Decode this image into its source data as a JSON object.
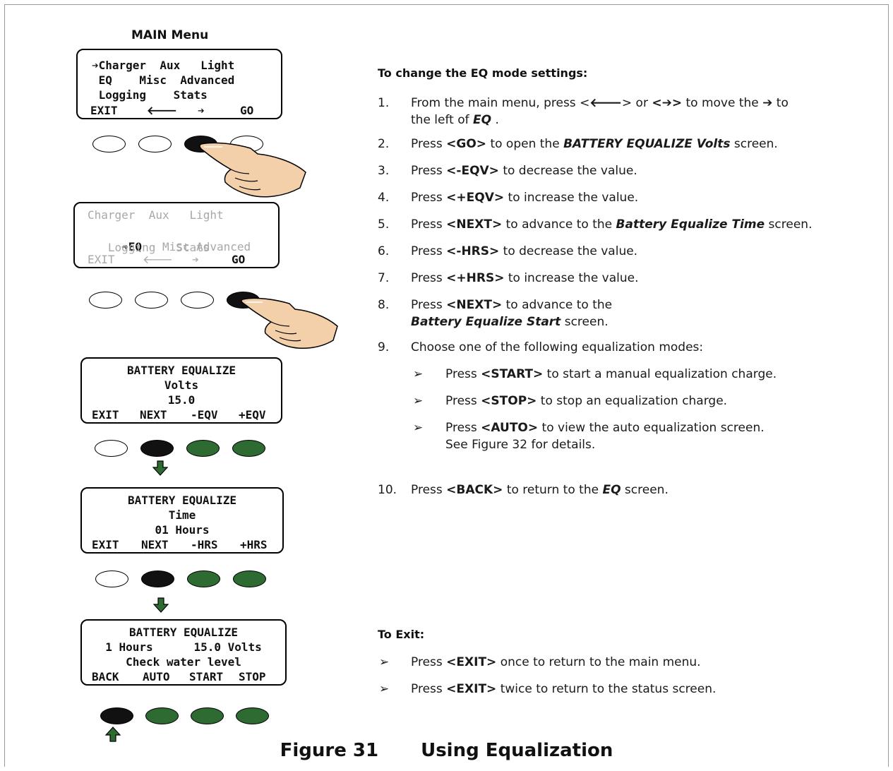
{
  "figure": {
    "number": "Figure 31",
    "title": "Using Equalization"
  },
  "left": {
    "main_menu_title": "MAIN Menu",
    "screen1": {
      "line1": "➔Charger  Aux   Light",
      "line2": " EQ    Misc  Advanced",
      "line3": " Logging    Stats",
      "softkeys": [
        "EXIT",
        "🡐",
        "➔",
        "GO"
      ]
    },
    "screen2": {
      "line1": "Charger  Aux   Light",
      "line2_arrow": " ➔EQ",
      "line2_rest": "   Misc Advanced",
      "line3": "   Logging   Stats",
      "softkeys": [
        "EXIT",
        "🡐",
        "➔",
        "GO"
      ]
    },
    "screen3": {
      "line1": "BATTERY EQUALIZE",
      "line2": "Volts",
      "line3": "15.0",
      "softkeys": [
        "EXIT",
        "NEXT",
        "-EQV",
        "+EQV"
      ]
    },
    "screen4": {
      "line1": "BATTERY EQUALIZE",
      "line2": "Time",
      "line3": "01 Hours",
      "softkeys": [
        "EXIT",
        "NEXT",
        "-HRS",
        "+HRS"
      ]
    },
    "screen5": {
      "line1": "BATTERY EQUALIZE",
      "line2": "1 Hours      15.0 Volts",
      "line3": "Check water level",
      "softkeys": [
        "BACK",
        "AUTO",
        "START",
        "STOP"
      ]
    }
  },
  "right": {
    "heading": "To change the EQ mode settings:",
    "steps": [
      {
        "n": "1.",
        "pre": "From the main menu, press <",
        "k1": "🡐",
        "mid": "> or ",
        "k2": "<➔>",
        "post": " to move the ",
        "arrow": "➔",
        "post2": " to",
        "line2_pre": "the left of ",
        "line2_bold": "EQ",
        "line2_post": " ."
      },
      {
        "n": "2.",
        "pre": "Press ",
        "key": "<GO>",
        "mid": " to open the ",
        "bi": "BATTERY EQUALIZE Volts",
        "post": " screen."
      },
      {
        "n": "3.",
        "pre": "Press ",
        "key": "<-EQV>",
        "post": " to decrease the value."
      },
      {
        "n": "4.",
        "pre": "Press ",
        "key": "<+EQV>",
        "post": " to increase the value."
      },
      {
        "n": "5.",
        "pre": "Press ",
        "key": "<NEXT>",
        "mid": " to advance to the ",
        "bi": "Battery Equalize Time",
        "post": " screen."
      },
      {
        "n": "6.",
        "pre": "Press ",
        "key": "<-HRS>",
        "post": " to decrease the value."
      },
      {
        "n": "7.",
        "pre": "Press ",
        "key": "<+HRS>",
        "post": " to increase the value."
      },
      {
        "n": "8.",
        "pre": "Press ",
        "key": "<NEXT>",
        "post": " to advance to the",
        "line2_bi": "Battery Equalize Start",
        "line2_post": " screen."
      },
      {
        "n": "9.",
        "text": "Choose one of the following equalization modes:"
      },
      {
        "n": "10.",
        "pre": "Press ",
        "key": "<BACK>",
        "mid": " to return to the ",
        "bi": "EQ",
        "post": " screen."
      }
    ],
    "modes": [
      {
        "pre": "Press ",
        "key": "<START>",
        "post": " to start a manual equalization charge."
      },
      {
        "pre": "Press ",
        "key": "<STOP>",
        "post": " to stop an equalization charge."
      },
      {
        "pre": "Press ",
        "key": "<AUTO>",
        "post": " to view the auto equalization screen.",
        "line2": "See Figure 32 for details."
      }
    ],
    "exit_heading": "To Exit:",
    "exit_items": [
      {
        "pre": "Press ",
        "key": "<EXIT>",
        "post": " once to return to the main menu."
      },
      {
        "pre": "Press ",
        "key": "<EXIT>",
        "post": " twice to return to the status screen."
      }
    ],
    "bullet": "➢"
  },
  "colors": {
    "green_button": "#2e6b33",
    "black_button": "#111111",
    "dim_text": "#a8a8a8",
    "hand": "#f3cfaa"
  }
}
